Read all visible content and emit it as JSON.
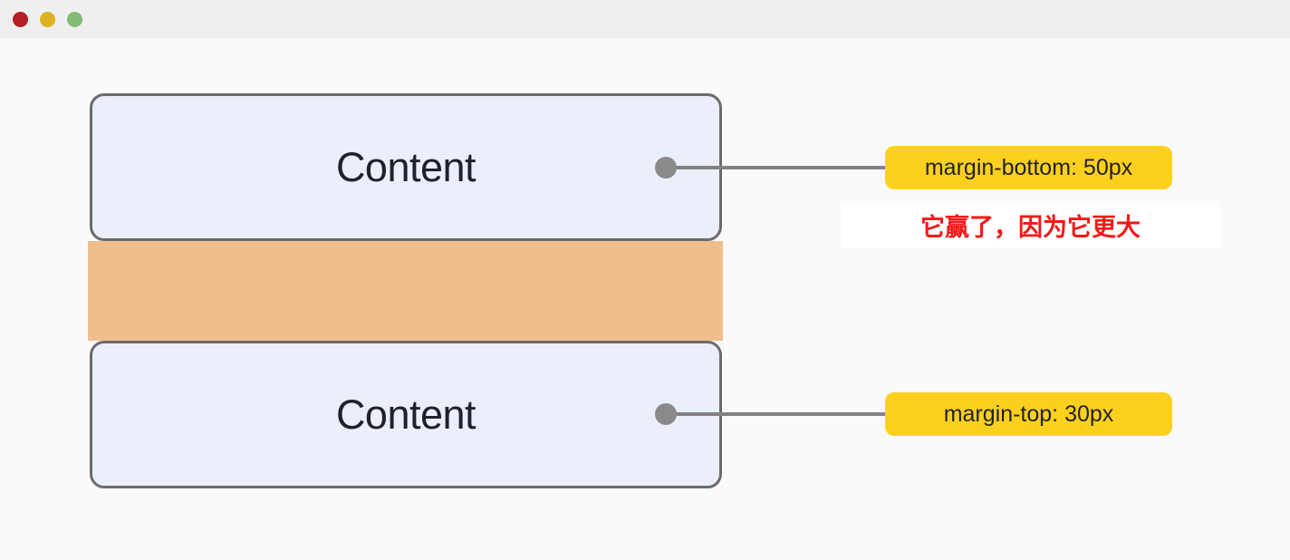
{
  "titlebar": {
    "buttons": [
      "close",
      "minimize",
      "maximize"
    ]
  },
  "colors": {
    "page-bg": "#fafafa",
    "titlebar-bg": "#efefef",
    "traffic-red": "#b42025",
    "traffic-yellow": "#ddb322",
    "traffic-green": "#84bb76",
    "box-fill": "#ebeffb",
    "box-border": "#6b6b6b",
    "content-text": "#1d222b",
    "margin-band": "#f0bd8d",
    "connector": "#828282",
    "connector-dot": "#8a8a8a",
    "label-bg": "#fdd01f",
    "label-text": "#232323",
    "note-bg": "#ffffff",
    "note-text": "#f51818"
  },
  "diagram": {
    "top_box": {
      "label": "Content",
      "margin_label": "margin-bottom: 50px"
    },
    "bottom_box": {
      "label": "Content",
      "margin_label": "margin-top: 30px"
    },
    "note": "它赢了，因为它更大"
  }
}
